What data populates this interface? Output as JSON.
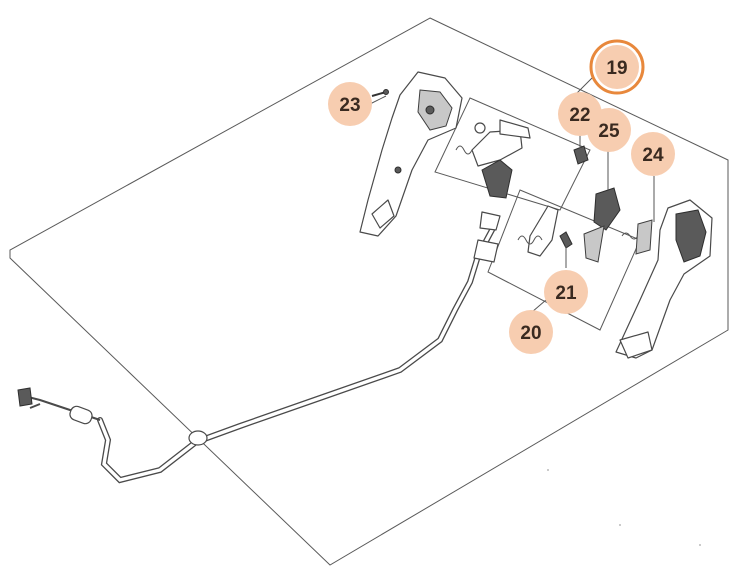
{
  "callouts": [
    {
      "id": "19",
      "label": "19",
      "highlight": true
    },
    {
      "id": "20",
      "label": "20"
    },
    {
      "id": "21",
      "label": "21"
    },
    {
      "id": "22",
      "label": "22"
    },
    {
      "id": "23",
      "label": "23"
    },
    {
      "id": "24",
      "label": "24"
    },
    {
      "id": "25",
      "label": "25"
    }
  ],
  "colors": {
    "callout_fill": "#f7cdb0",
    "highlight_ring": "#e8883c",
    "line": "#4a4a4a"
  }
}
